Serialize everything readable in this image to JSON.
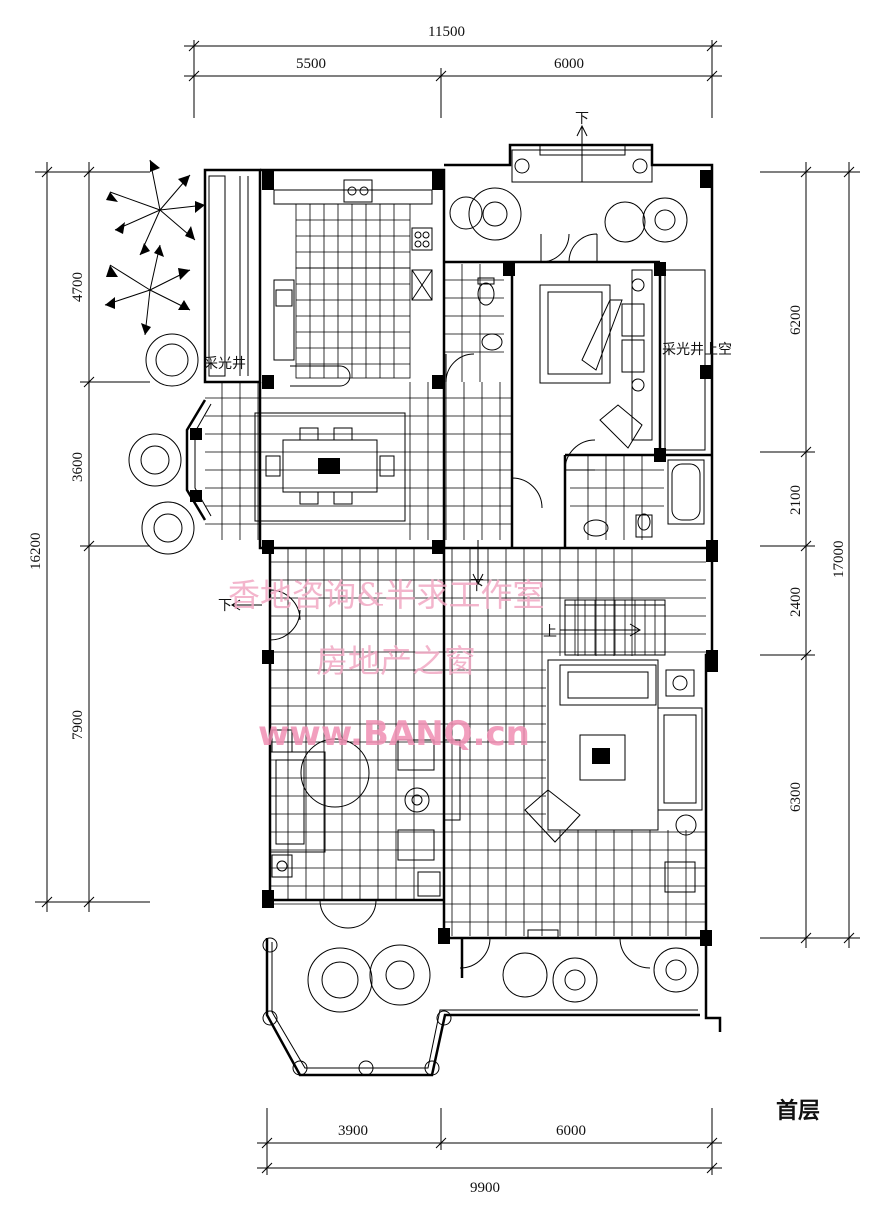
{
  "dimensions": {
    "top": {
      "total": "11500",
      "left": "5500",
      "right": "6000"
    },
    "bottom": {
      "total": "9900",
      "left": "3900",
      "right": "6000"
    },
    "left": {
      "total": "16200",
      "a": "4700",
      "b": "3600",
      "c": "7900"
    },
    "right": {
      "total": "17000",
      "a": "6200",
      "b": "2100",
      "c": "2400",
      "d": "6300"
    }
  },
  "labels": {
    "light_well": "采光井",
    "light_well_void": "采光井上空",
    "down_top": "下",
    "down_mid": "下",
    "down_left": "下",
    "up": "上",
    "floor_title": "首层"
  },
  "watermark": {
    "line1": "香地咨询&半求工作室",
    "line2": "房地产之窗",
    "url": "www.BANQ.cn"
  }
}
